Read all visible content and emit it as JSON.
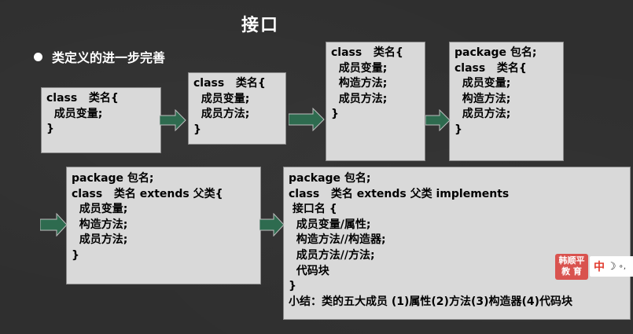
{
  "title": "接口",
  "bullet": "类定义的进一步完善",
  "boxes": {
    "b1": [
      "class   类名{",
      "  成员变量;",
      "}"
    ],
    "b2": [
      "class   类名{",
      "  成员变量;",
      "  成员方法;",
      "}"
    ],
    "b3": [
      "class   类名{",
      "  成员变量;",
      "  构造方法;",
      "  成员方法;",
      "}"
    ],
    "b4": [
      "package 包名;",
      "class   类名{",
      "  成员变量;",
      "  构造方法;",
      "  成员方法;",
      "}"
    ],
    "b5": [
      "package 包名;",
      "class   类名 extends 父类{",
      "  成员变量;",
      "  构造方法;",
      "  成员方法;",
      "}"
    ],
    "b6": [
      "package 包名;",
      "class   类名 extends 父类 implements",
      " 接口名 {",
      "  成员变量/属性;",
      "  构造方法//构造器;",
      "  成员方法//方法;",
      "  代码块",
      "}",
      "小结：类的五大成员 (1)属性(2)方法(3)构造器(4)代码块"
    ]
  },
  "badge": {
    "line1": "韩顺平",
    "line2": "教 育"
  },
  "toolbar": {
    "zh": "中",
    "moon": "☽",
    "dots": "∘,"
  },
  "colors": {
    "background": "#2f2f2f",
    "box": "#d9d9d9",
    "arrow": "#2e6b4f",
    "badge": "#d9534f"
  }
}
